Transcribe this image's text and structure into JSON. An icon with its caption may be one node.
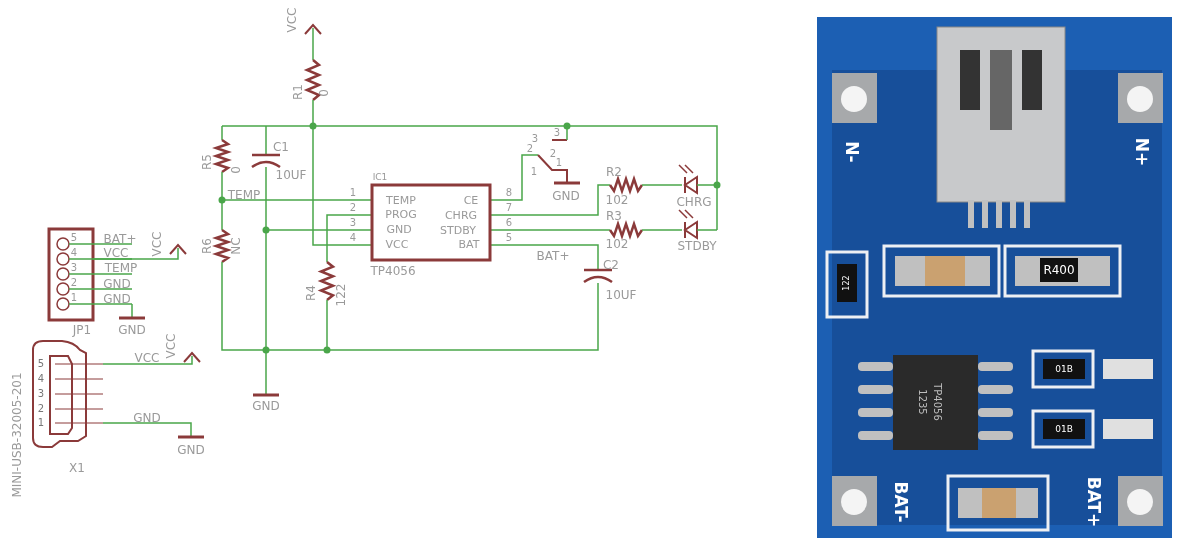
{
  "diagram": {
    "labels": [
      "VCC",
      "R1",
      "0",
      "R5",
      "0",
      "C1",
      "10UF",
      "TEMP",
      "IC1",
      "1",
      "TEMP",
      "CE",
      "8",
      "2",
      "PROG",
      "CHRG",
      "7",
      "3",
      "GND",
      "STDBY",
      "6",
      "4",
      "VCC",
      "BAT",
      "5",
      "TP4056",
      "3",
      "3",
      "2",
      "2",
      "1",
      "1",
      "GND",
      "R2",
      "102",
      "CHRG",
      "R3",
      "102",
      "STDBY",
      "BAT+",
      "C2",
      "10UF",
      "R6",
      "NC",
      "R4",
      "122",
      "5",
      "BAT+",
      "4",
      "VCC",
      "VCC",
      "3",
      "TEMP",
      "2",
      "GND",
      "1",
      "GND",
      "JP1",
      "GND",
      "MINI-USB-32005-201",
      "VCC",
      "5",
      "VCC",
      "4",
      "3",
      "2",
      "1",
      "GND",
      "X1",
      "GND",
      "GND",
      "N-",
      "N+",
      "122",
      "R400",
      "01B",
      "TP4056",
      "1235",
      "01B",
      "BAT-",
      "BAT+"
    ]
  }
}
